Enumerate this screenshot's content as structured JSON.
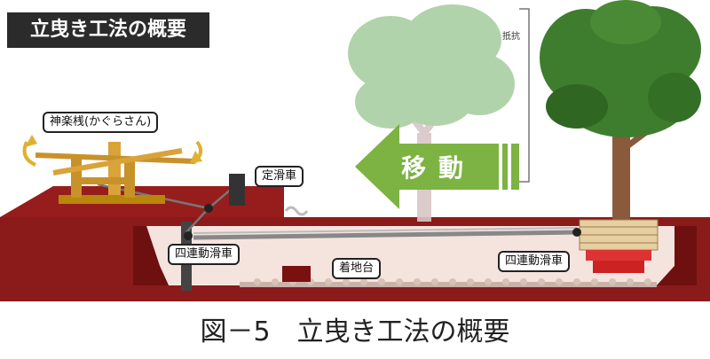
{
  "title": "立曳き工法の概要",
  "labels": {
    "kagurasan": "神楽桟(かぐらさん)",
    "fixed_pulley": "定滑車",
    "pulley_left": "四連動滑車",
    "pulley_right": "四連動滑車",
    "landing_base": "着地台",
    "move": "移動",
    "resistance": "抵抗"
  },
  "caption": "図－5　立曳き工法の概要",
  "colors": {
    "ground_red": "#8b1a1a",
    "ground_dark": "#6e1010",
    "pit_floor": "#f5e4de",
    "arrow_green": "#7cb342",
    "tree_green": "#3f7d2e",
    "ghost_tree": "#a9cfa3"
  }
}
